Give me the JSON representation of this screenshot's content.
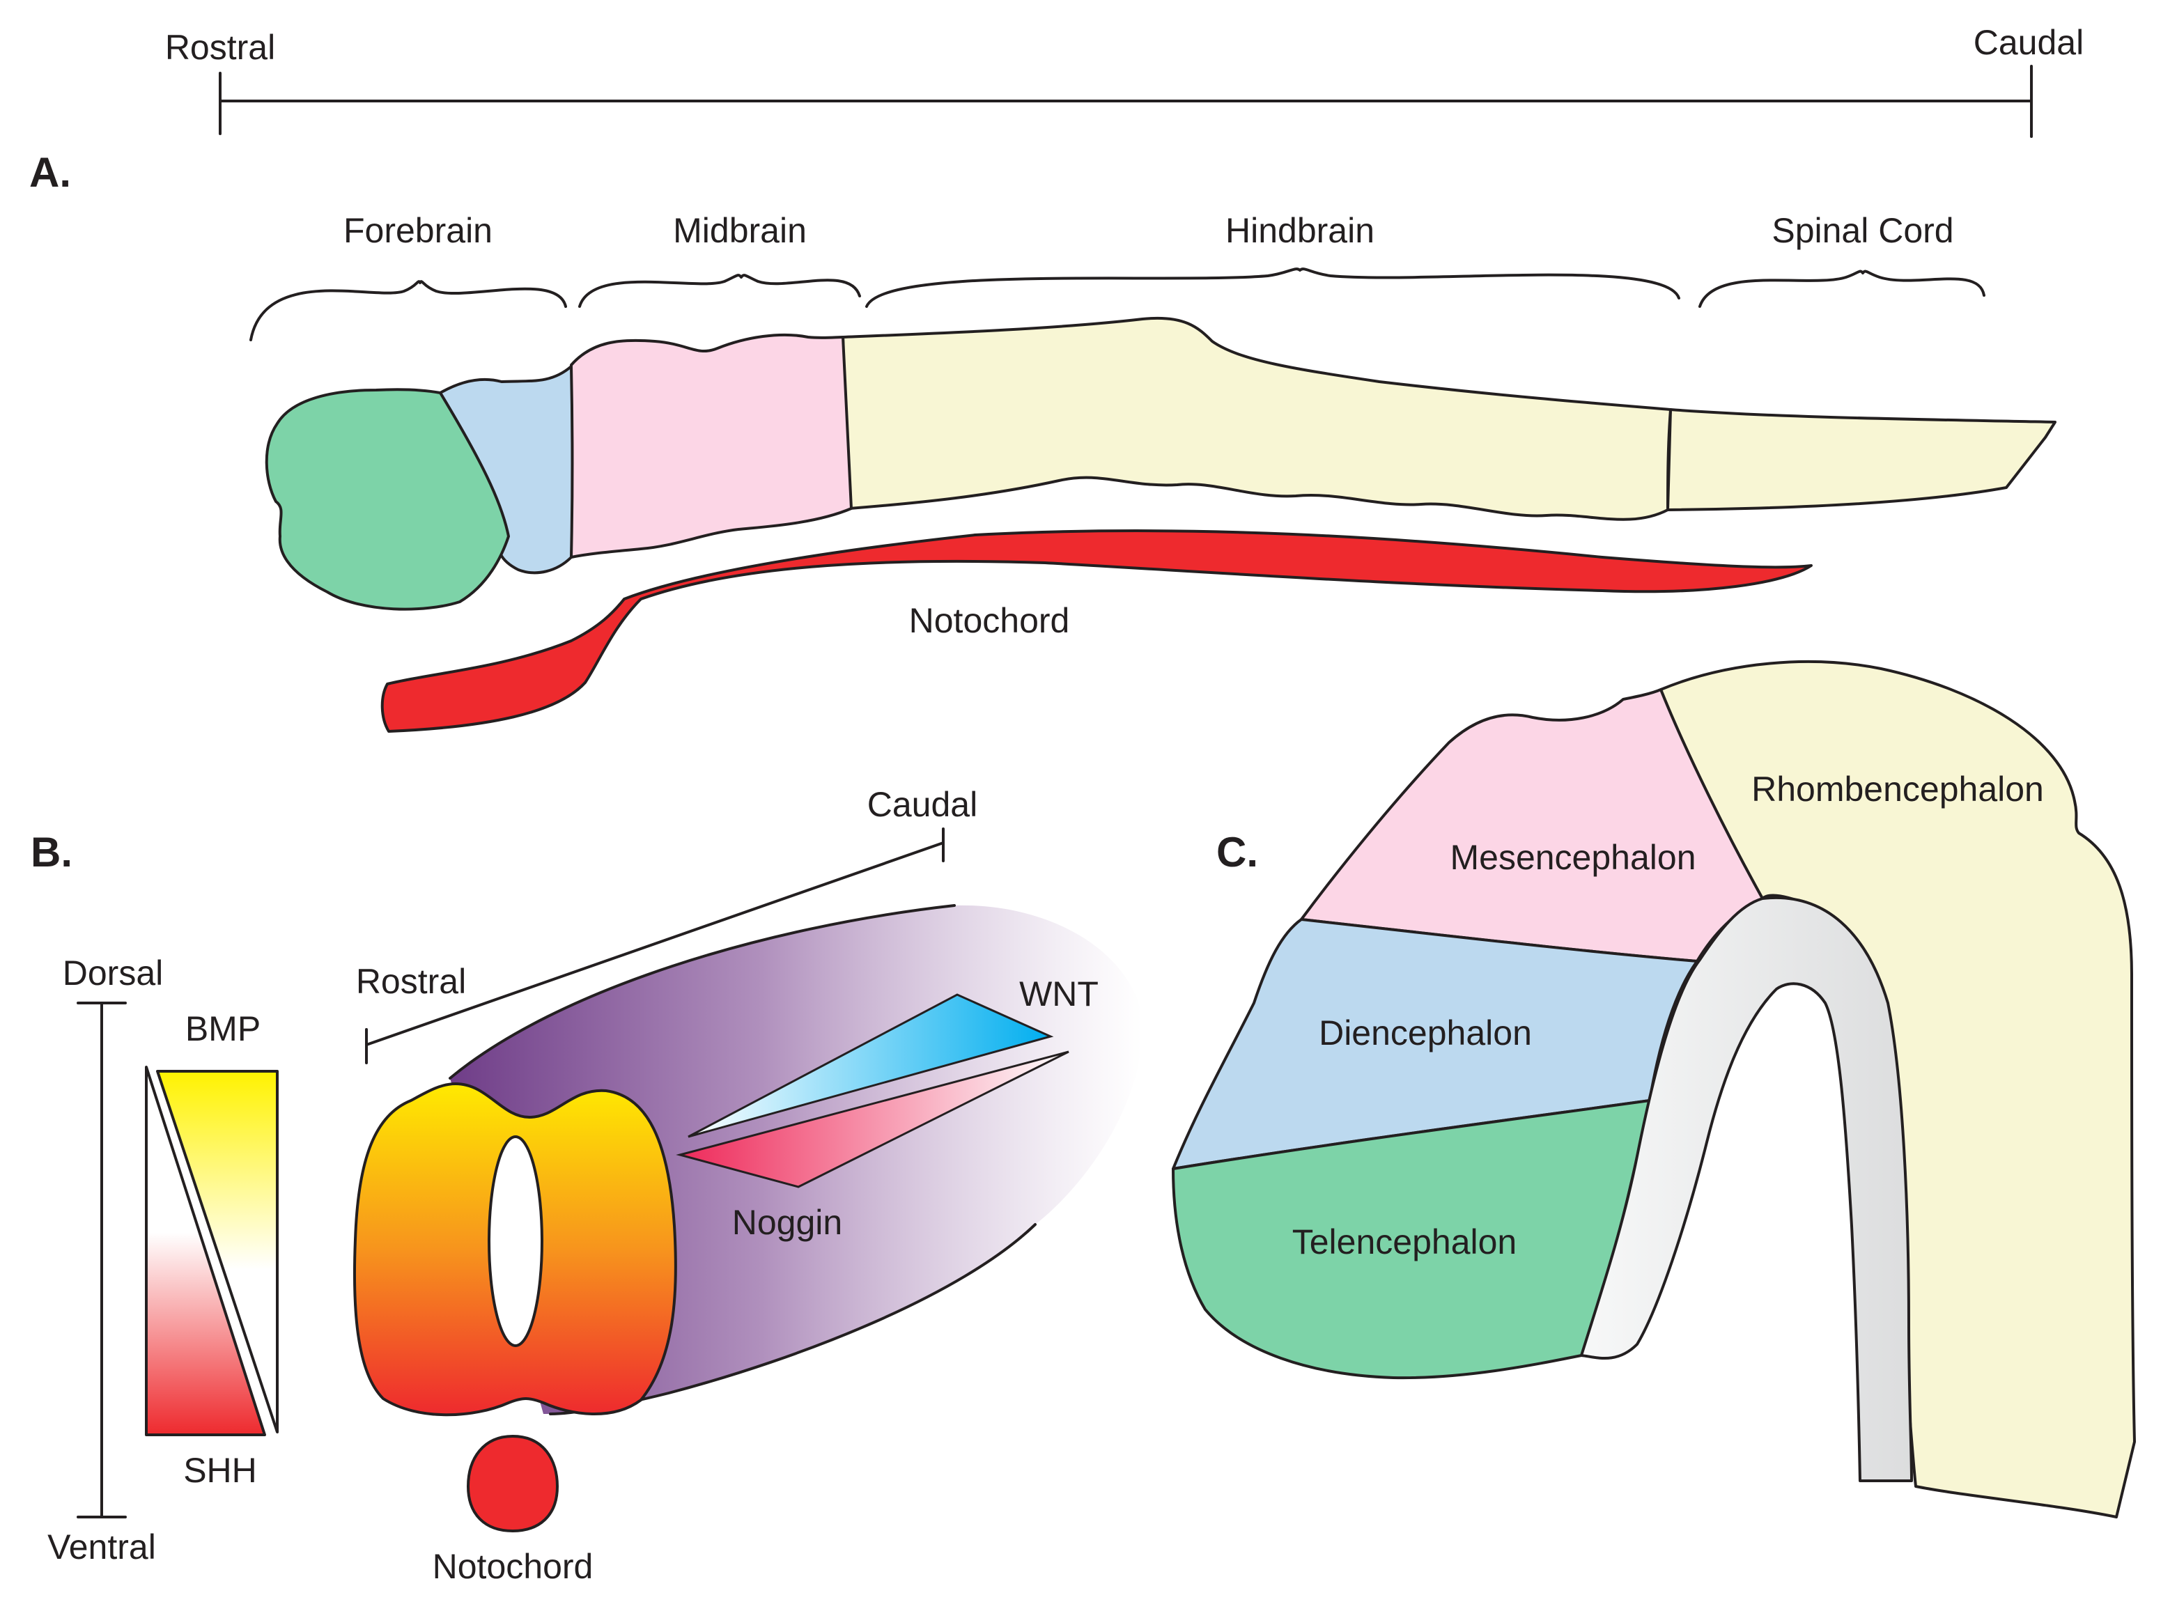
{
  "axis_top": {
    "rostral": "Rostral",
    "caudal": "Caudal"
  },
  "panel_a": {
    "letter": "A.",
    "regions": {
      "forebrain": "Forebrain",
      "midbrain": "Midbrain",
      "hindbrain": "Hindbrain",
      "spinal_cord": "Spinal Cord"
    },
    "notochord": "Notochord"
  },
  "panel_b": {
    "letter": "B.",
    "dorsal": "Dorsal",
    "ventral": "Ventral",
    "bmp": "BMP",
    "shh": "SHH",
    "rostral": "Rostral",
    "caudal": "Caudal",
    "wnt": "WNT",
    "noggin": "Noggin",
    "notochord": "Notochord"
  },
  "panel_c": {
    "letter": "C.",
    "mesencephalon": "Mesencephalon",
    "rhombencephalon": "Rhombencephalon",
    "diencephalon": "Diencephalon",
    "telencephalon": "Telencephalon"
  },
  "colors": {
    "forebrain_green": "#7dd3a8",
    "forebrain_blue": "#bcd9ef",
    "midbrain_pink": "#fcd6e6",
    "hindbrain_yellow": "#f8f6d4",
    "notochord_red": "#ee2a2e",
    "bmp_yellow": "#fff200",
    "shh_red": "#ee2a2e",
    "wnt_blue": "#00aeef",
    "noggin_pink": "#f05778",
    "tube_purple": "#6f3d88",
    "floor_grey": "#e6e7e8"
  }
}
